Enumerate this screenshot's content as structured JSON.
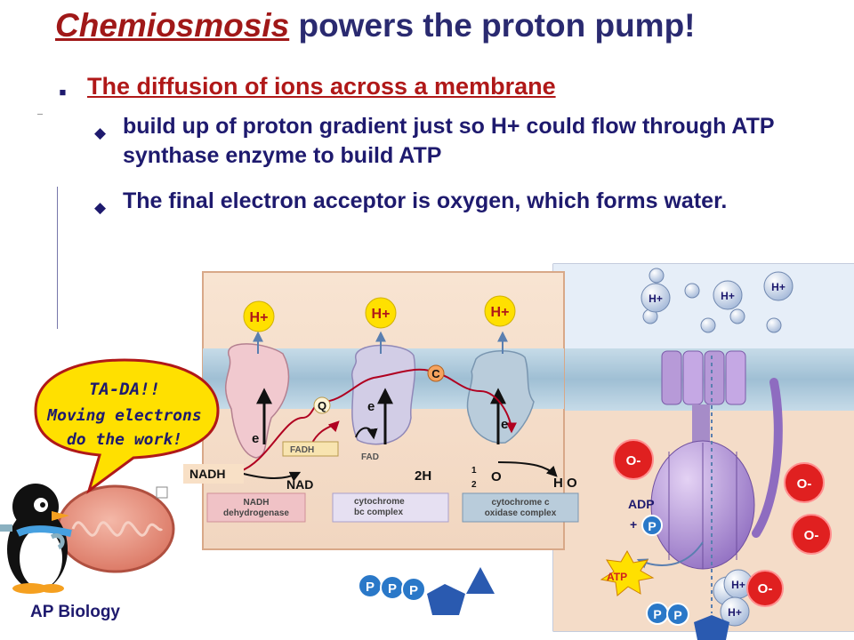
{
  "title": {
    "emphasis": "Chemiosmosis",
    "rest": " powers the proton  pump!"
  },
  "bullets": {
    "level1": "The diffusion of ions across a membrane",
    "level2": [
      "build up of proton gradient just so H+ could flow through ATP synthase enzyme to build ATP",
      "The final electron acceptor is oxygen, which forms water."
    ]
  },
  "icons": {
    "bullet1": "square-bullet-icon",
    "bullet2": "diamond-bullet-icon"
  },
  "speech": {
    "line1": "TA-DA!!",
    "line2": "Moving electrons",
    "line3": "do the work!"
  },
  "footer": "AP Biology",
  "diagram": {
    "h_plus": "H+",
    "q": "Q",
    "c": "C",
    "e": "e",
    "nadh": "NADH",
    "nad_plus": "NAD",
    "fadh2": "FADH",
    "fad": "FAD",
    "two_h": "2H",
    "o2": "O",
    "h2o": "H O",
    "half": "1",
    "half_den": "2",
    "complex1": [
      "NADH",
      "dehydrogenase"
    ],
    "complex2": [
      "cytochrome",
      "bc complex"
    ],
    "complex3": [
      "cytochrome c",
      "oxidase complex"
    ],
    "o_minus": "O-",
    "adp": "ADP",
    "plus": "+",
    "p": "P",
    "atp": "ATP"
  },
  "colors": {
    "title": "#2a2a70",
    "accent": "#b01818",
    "hplus": "#ffe000",
    "membrane": "#a9c9dc"
  }
}
